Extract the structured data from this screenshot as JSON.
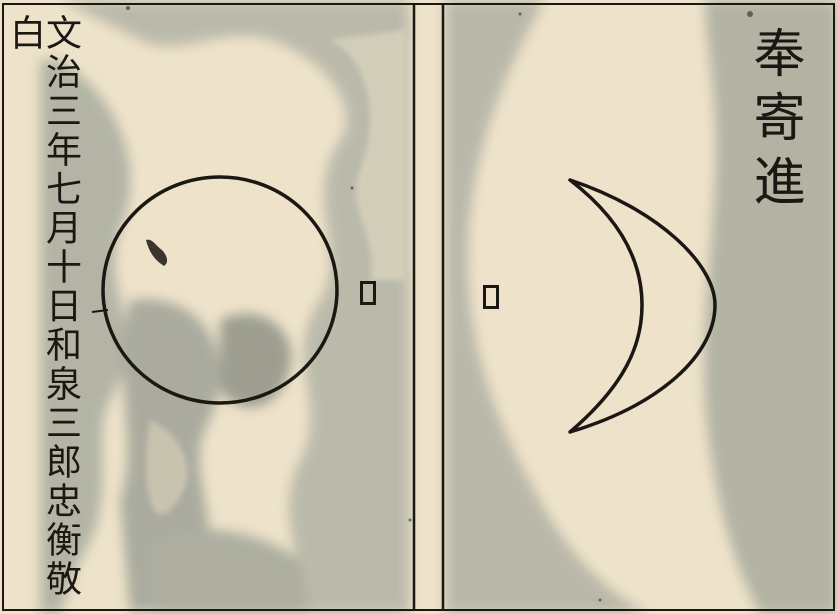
{
  "left_panel": {
    "inscription": "文治三年七月十日和泉三郎忠衡敬白",
    "figure": "full-moon-circle"
  },
  "right_panel": {
    "dedication": "奉寄進",
    "figure": "crescent-moon"
  },
  "colors": {
    "paper": "#eee3ca",
    "stain": "#a8ab9f",
    "ink": "#1b1712"
  }
}
